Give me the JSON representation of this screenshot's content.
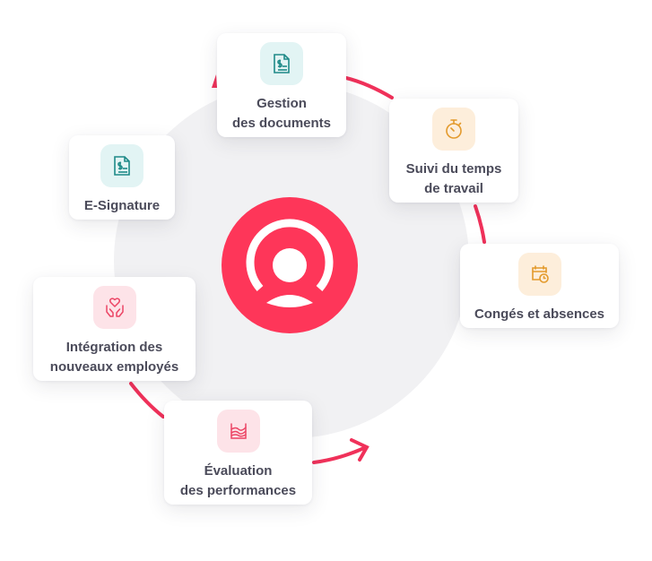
{
  "hub": {
    "icon": "user-profile-icon",
    "color": "#fe3659"
  },
  "cycle": {
    "arrow_color": "#f0315a",
    "background_circle_color": "#f1f1f3"
  },
  "modules": [
    {
      "id": "gestion-documents",
      "label": "Gestion\ndes documents",
      "icon": "document-dollar-icon",
      "tile_color": "#e2f4f4",
      "icon_color": "#1e8a88"
    },
    {
      "id": "suivi-temps",
      "label": "Suivi du temps\nde travail",
      "icon": "stopwatch-icon",
      "tile_color": "#fdeedb",
      "icon_color": "#e39a2c"
    },
    {
      "id": "conges-absences",
      "label": "Congés et absences",
      "icon": "calendar-clock-icon",
      "tile_color": "#fdeedb",
      "icon_color": "#e39a2c"
    },
    {
      "id": "evaluation-performances",
      "label": "Évaluation\ndes performances",
      "icon": "area-chart-icon",
      "tile_color": "#fde3e8",
      "icon_color": "#ec4565"
    },
    {
      "id": "integration-employes",
      "label": "Intégration des\nnouveaux  employés",
      "icon": "heart-hands-icon",
      "tile_color": "#fde3e8",
      "icon_color": "#ec4565"
    },
    {
      "id": "e-signature",
      "label": "E-Signature",
      "icon": "document-dollar-icon",
      "tile_color": "#e2f4f4",
      "icon_color": "#1e8a88"
    }
  ]
}
